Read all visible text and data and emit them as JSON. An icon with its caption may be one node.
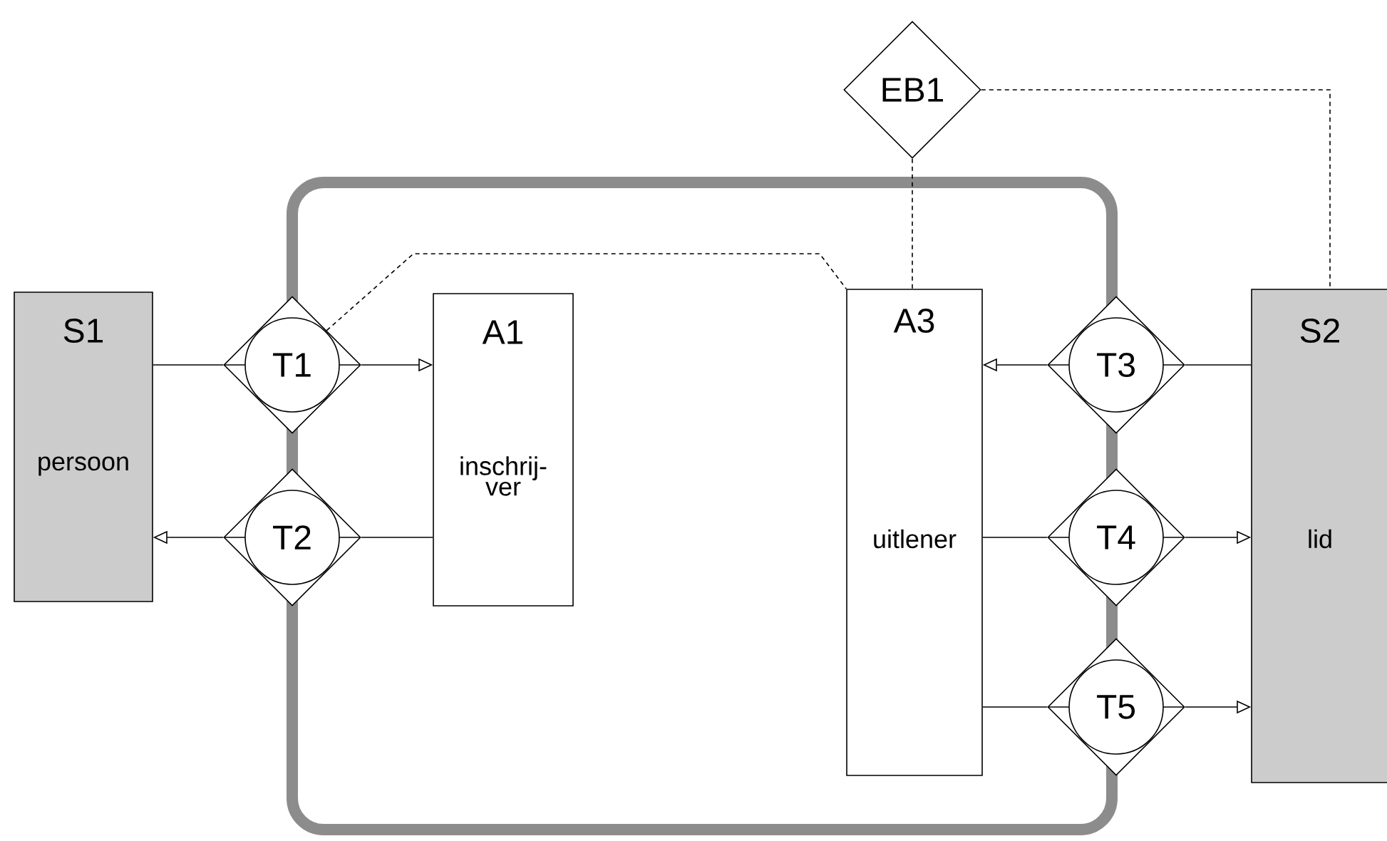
{
  "diagram": {
    "nodes": [
      {
        "text": [],
        "shape": "box"
      },
      {
        "text": [
          "S1",
          "persoon"
        ]
      },
      {
        "text": [
          "T1"
        ]
      },
      {
        "text": [
          "T2"
        ]
      },
      {
        "text": [
          "A1",
          "inschrij- ver"
        ],
        "in": 0
      },
      {
        "text": [
          "EB1"
        ]
      },
      {
        "text": [
          "A3",
          "uitlener"
        ],
        "in": 0
      },
      {
        "text": [
          "T3"
        ]
      },
      {
        "text": [
          "T4"
        ]
      },
      {
        "text": [
          "T5"
        ]
      },
      {
        "text": [
          "S2",
          "lid"
        ]
      }
    ],
    "edges": [
      {
        "from": 1,
        "to": 2,
        "arrow": "none"
      },
      {
        "from": 2,
        "to": 4,
        "arrow": "to"
      },
      {
        "from": 4,
        "to": 3,
        "arrow": "none"
      },
      {
        "from": 3,
        "to": 1,
        "arrow": "to"
      },
      {
        "from": 2,
        "to": 6,
        "arrow": "none",
        "style": "dashed"
      },
      {
        "from": 5,
        "to": 6,
        "arrow": "none",
        "style": "dashed"
      },
      {
        "from": 5,
        "to": 10,
        "arrow": "none",
        "style": "dashed"
      },
      {
        "from": 10,
        "to": 7,
        "arrow": "none"
      },
      {
        "from": 7,
        "to": 6,
        "arrow": "to"
      },
      {
        "from": 6,
        "to": 8,
        "arrow": "none"
      },
      {
        "from": 8,
        "to": 10,
        "arrow": "to"
      },
      {
        "from": 6,
        "to": 9,
        "arrow": "none"
      },
      {
        "from": 9,
        "to": 10,
        "arrow": "to"
      }
    ]
  }
}
